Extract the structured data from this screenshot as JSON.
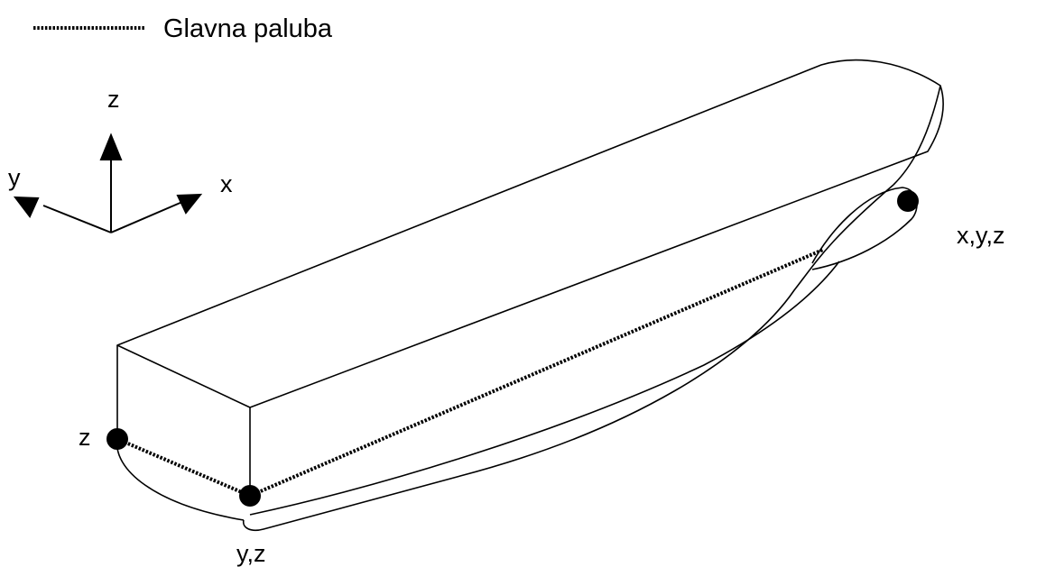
{
  "legend": {
    "label": "Glavna paluba",
    "line_style": "dotted"
  },
  "axes": {
    "x": "x",
    "y": "y",
    "z": "z"
  },
  "constraints": [
    {
      "id": "stern-deck-corner",
      "label": "z"
    },
    {
      "id": "stern-keel-corner",
      "label": "y,z"
    },
    {
      "id": "bow-point",
      "label": "x,y,z"
    }
  ],
  "colors": {
    "stroke": "#000000",
    "background": "#ffffff"
  }
}
